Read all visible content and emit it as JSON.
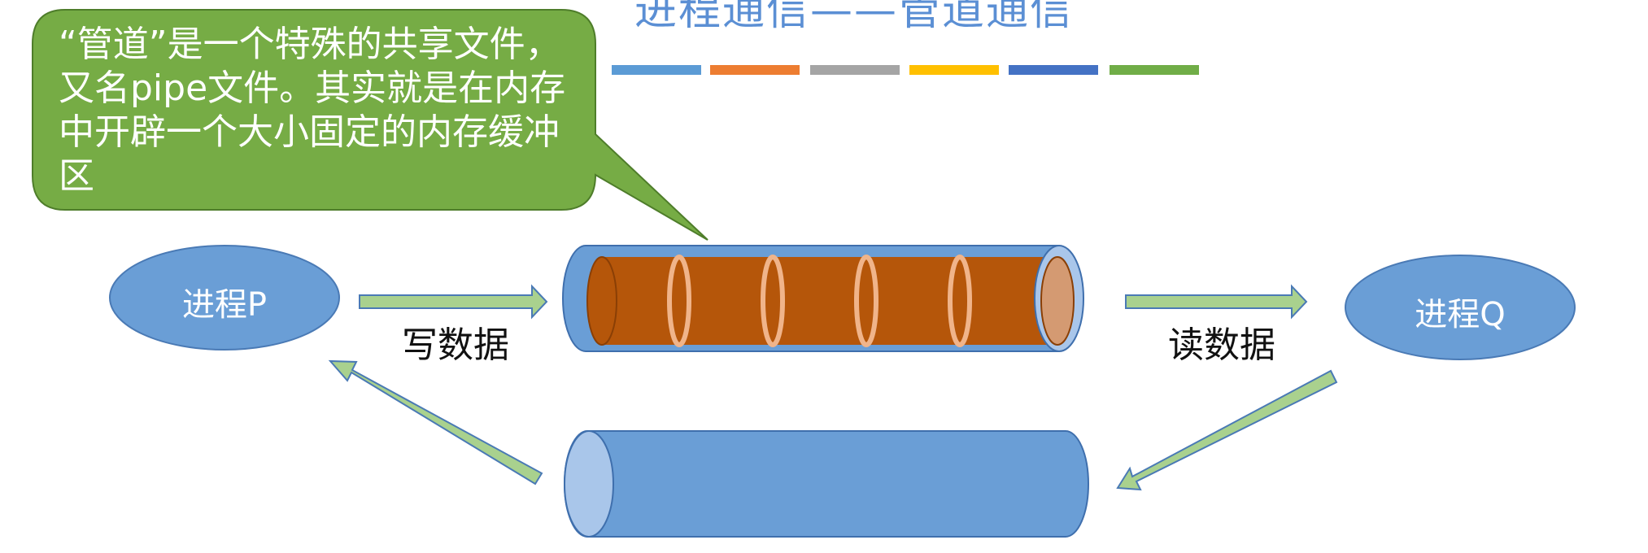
{
  "title": "进程通信——管道通信",
  "callout": {
    "text": "“管道”是一个特殊的共享文件，又名pipe文件。其实就是在内存中开辟一个大小固定的内存缓冲区"
  },
  "process_p": {
    "label": "进程P"
  },
  "process_q": {
    "label": "进程Q"
  },
  "write_label": "写数据",
  "read_label": "读数据",
  "colors": {
    "title": "#5b8fd4",
    "callout_fill": "#76ac45",
    "process_fill": "#6a9ed6",
    "pipe_fill": "#6a9ed6",
    "pipe_data": "#b5560a",
    "arrow_fill": "#a9d18e",
    "color_bar": [
      "#5b9bd5",
      "#ed7d31",
      "#a5a5a5",
      "#ffc000",
      "#4472c4",
      "#70ad47"
    ]
  }
}
